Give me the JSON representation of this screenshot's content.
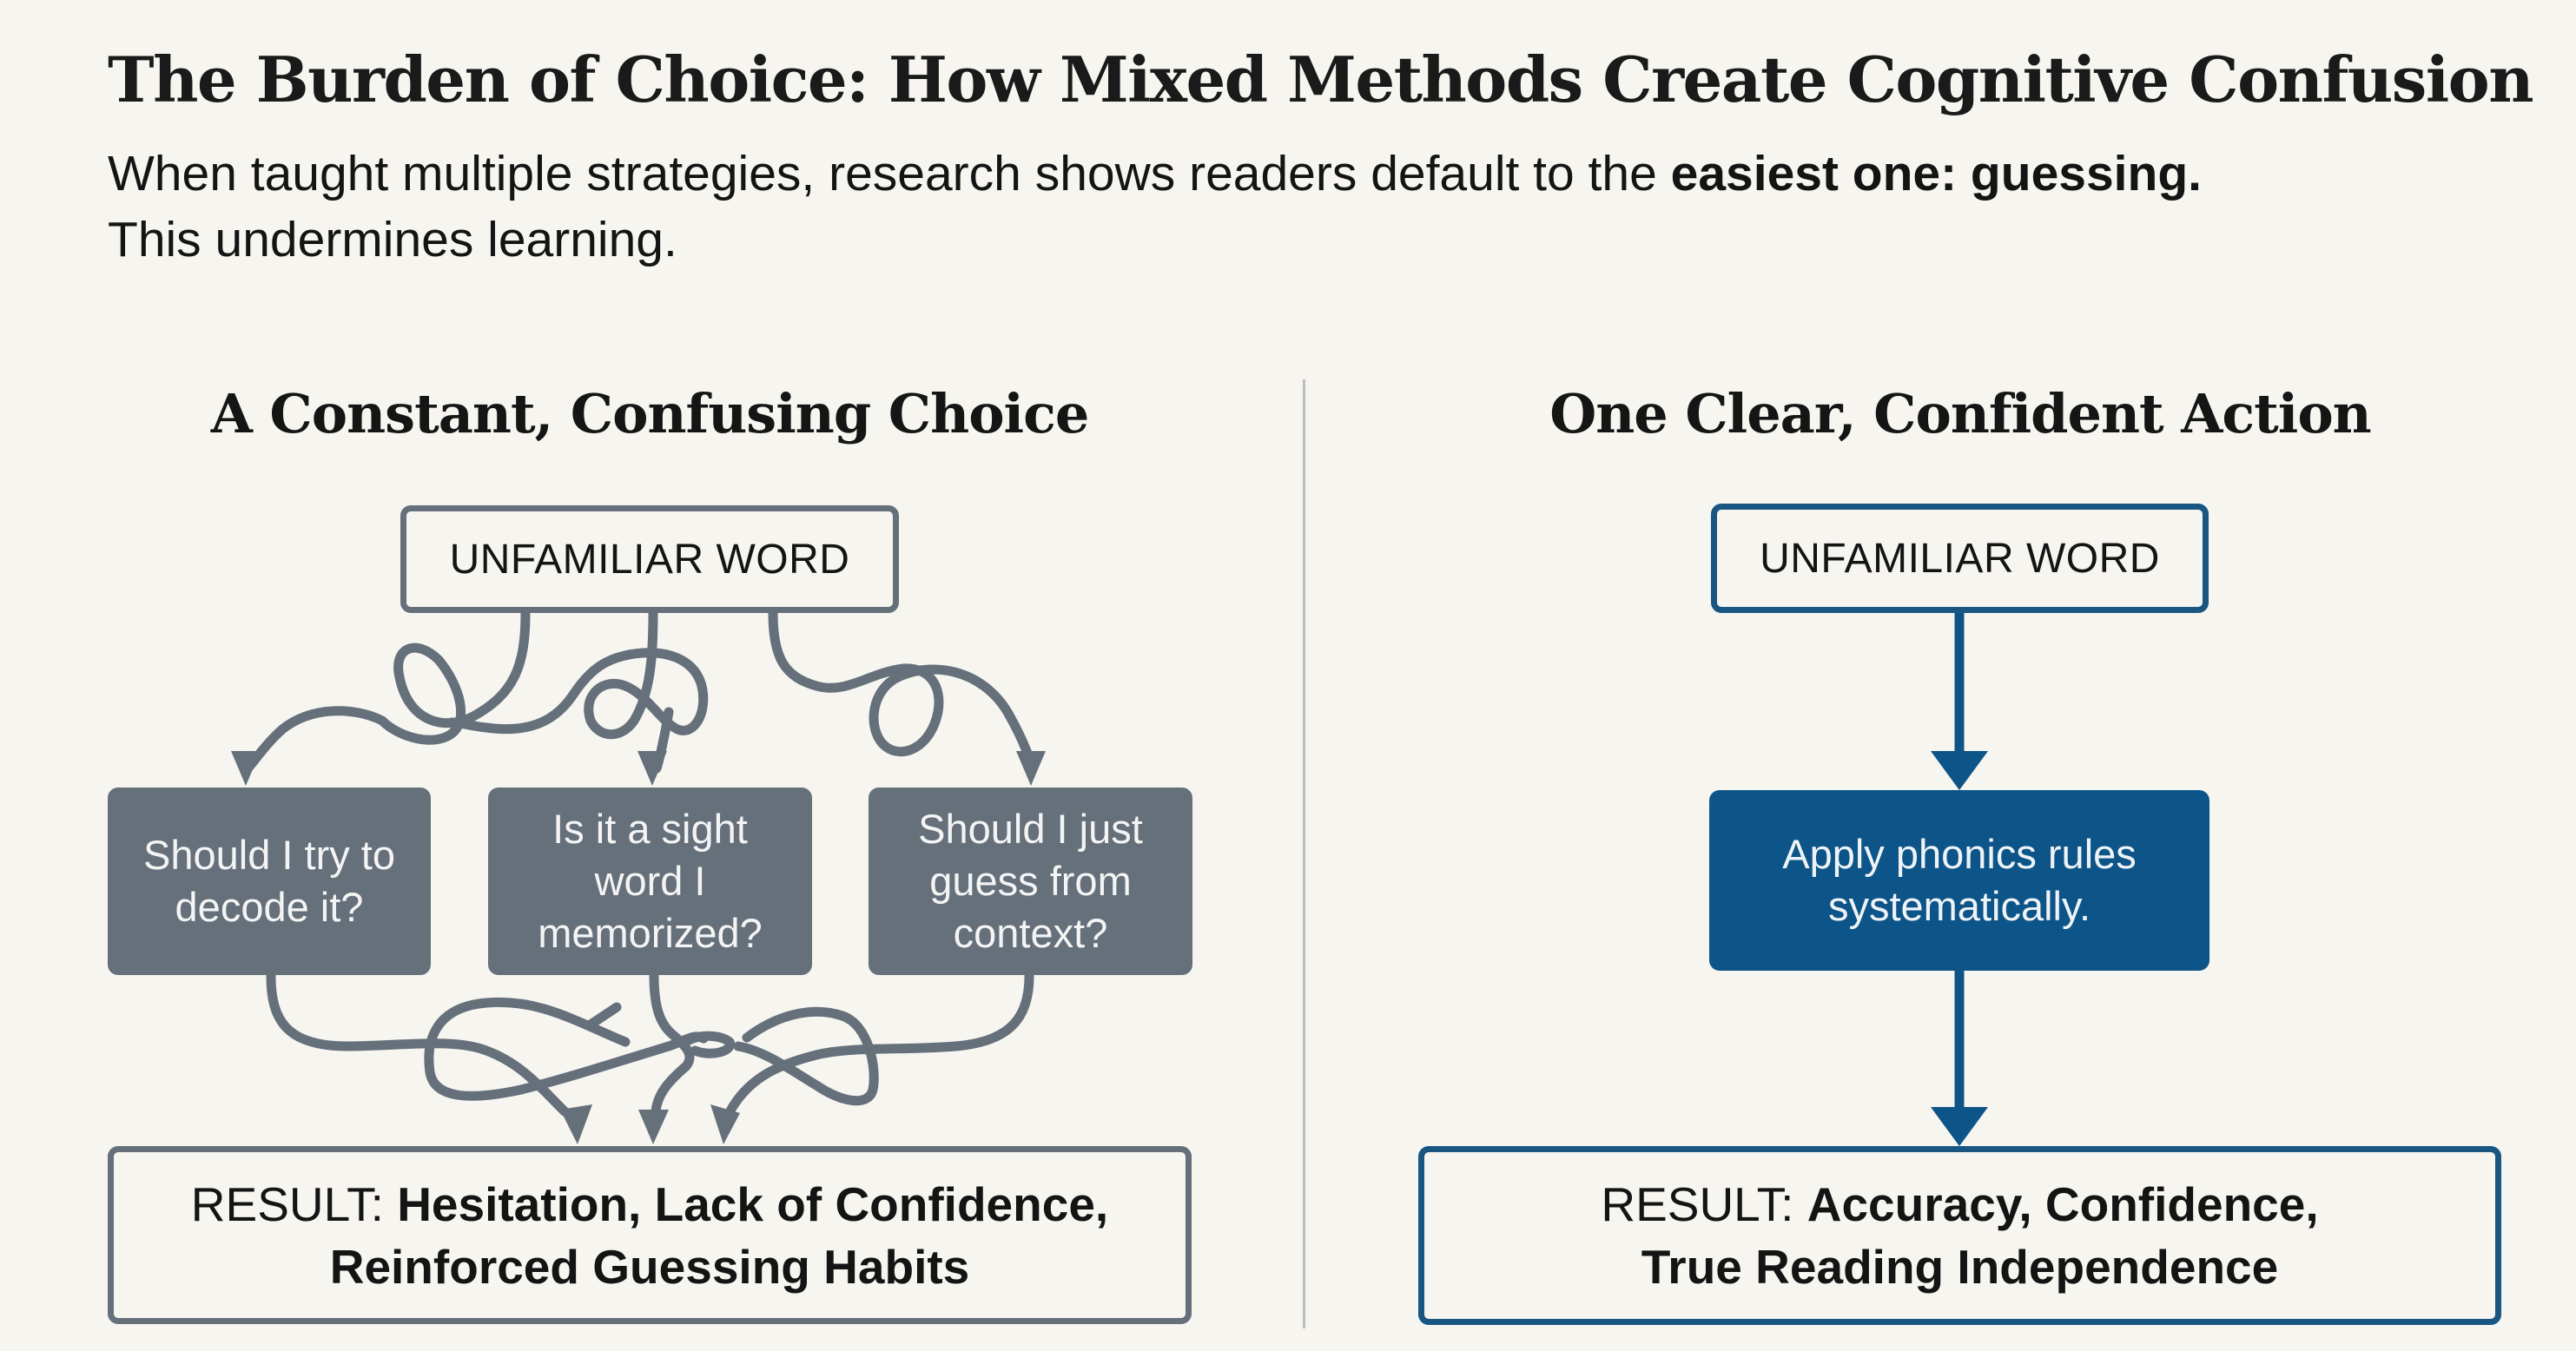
{
  "header": {
    "title": "The Burden of Choice: How Mixed Methods Create Cognitive Confusion",
    "subtitle_plain": "When taught multiple strategies, research shows readers default to the ",
    "subtitle_bold": "easiest one: guessing.",
    "subtitle_line2": "This undermines learning."
  },
  "left_panel": {
    "title": "A Constant, Confusing Choice",
    "start_node": "UNFAMILIAR WORD",
    "choices": [
      {
        "label": "Should I try to decode it?"
      },
      {
        "label": "Is it a sight word I memorized?"
      },
      {
        "label": "Should I just guess from context?"
      }
    ],
    "result_prefix": "RESULT: ",
    "result_line1": "Hesitation, Lack of Confidence,",
    "result_line2": "Reinforced Guessing Habits",
    "color": "#65707b"
  },
  "right_panel": {
    "title": "One Clear, Confident Action",
    "start_node": "UNFAMILIAR WORD",
    "action": "Apply phonics rules systematically.",
    "result_prefix": "RESULT: ",
    "result_line1": "Accuracy, Confidence,",
    "result_line2": "True Reading Independence",
    "color": "#0d5488"
  },
  "colors": {
    "background": "#f7f5f0",
    "confusion_gray": "#65707b",
    "clarity_blue": "#0d5488",
    "divider": "#bdbdbd"
  }
}
